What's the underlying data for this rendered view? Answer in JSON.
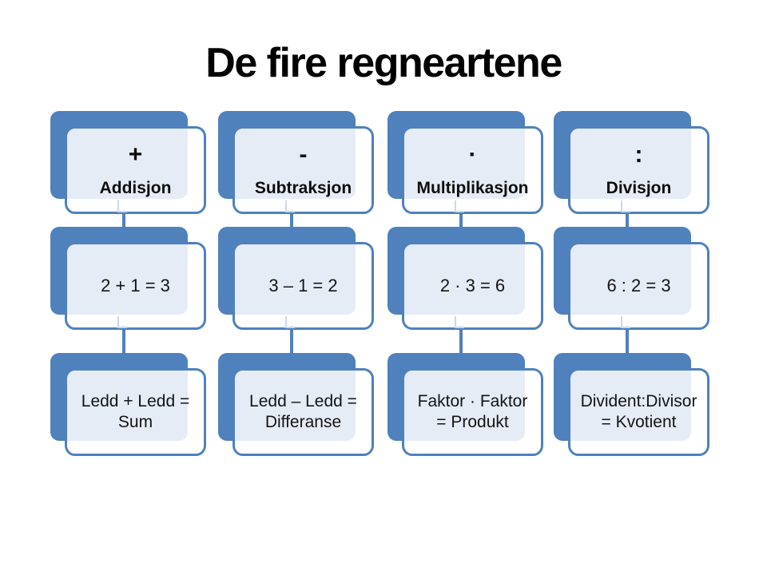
{
  "slide": {
    "title": "De fire regneartene",
    "background_color": "#FFFFFF"
  },
  "colors": {
    "accent_blue": "#4F81BD",
    "front_box_overlap_fill": "#EAF0F8",
    "ghost_connector": "#CCD8EA",
    "text_color": "#000000"
  },
  "columns": [
    {
      "id": "addisjon",
      "symbol": "+",
      "label": "Addisjon",
      "equation": "2 + 1 = 3",
      "formula": [
        "Ledd + Ledd =",
        "Sum"
      ]
    },
    {
      "id": "subtraksjon",
      "symbol": "-",
      "label": "Subtraksjon",
      "equation": "3 – 1 = 2",
      "formula": [
        "Ledd – Ledd =",
        "Differanse"
      ]
    },
    {
      "id": "multiplikasjon",
      "symbol": "·",
      "label": "Multiplikasjon",
      "equation": "2 · 3 = 6",
      "formula": [
        "Faktor · Faktor",
        "= Produkt"
      ]
    },
    {
      "id": "divisjon",
      "symbol": ":",
      "label": "Divisjon",
      "equation": "6 : 2 = 3",
      "formula": [
        "Divident:Divisor",
        "= Kvotient"
      ]
    }
  ]
}
